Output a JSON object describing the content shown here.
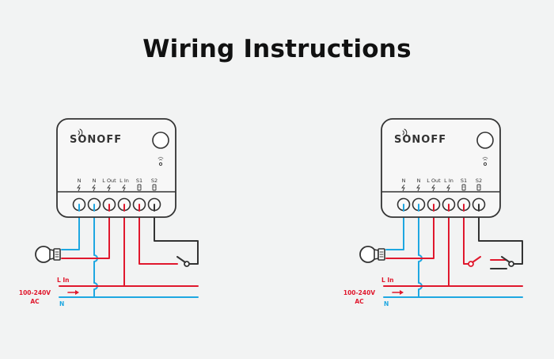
{
  "title": "Wiring Instructions",
  "colors": {
    "live": "#e0182d",
    "neutral": "#1ea7e1",
    "switch_wire": "#333333",
    "outline": "#333333",
    "background": "#f2f3f3"
  },
  "diagrams": [
    {
      "id": "single-switch",
      "brand": "SONOFF",
      "terminals": [
        {
          "label": "N",
          "icon": "lightning-icon",
          "wire": "neutral"
        },
        {
          "label": "N",
          "icon": "lightning-icon",
          "wire": "neutral"
        },
        {
          "label": "L Out",
          "icon": "lightning-icon",
          "wire": "live"
        },
        {
          "label": "L In",
          "icon": "lightning-icon",
          "wire": "live"
        },
        {
          "label": "S1",
          "icon": "switch-terminal-icon",
          "wire": "live"
        },
        {
          "label": "S2",
          "icon": "switch-terminal-icon",
          "wire": "switch"
        }
      ],
      "switch_type": "single",
      "supply": {
        "live_label": "L In",
        "neutral_label": "N",
        "voltage_label": "100-240V",
        "ac_label": "AC"
      }
    },
    {
      "id": "two-way-switch",
      "brand": "SONOFF",
      "terminals": [
        {
          "label": "N",
          "icon": "lightning-icon",
          "wire": "neutral"
        },
        {
          "label": "N",
          "icon": "lightning-icon",
          "wire": "neutral"
        },
        {
          "label": "L Out",
          "icon": "lightning-icon",
          "wire": "live"
        },
        {
          "label": "L In",
          "icon": "lightning-icon",
          "wire": "live"
        },
        {
          "label": "S1",
          "icon": "switch-terminal-icon",
          "wire": "live"
        },
        {
          "label": "S2",
          "icon": "switch-terminal-icon",
          "wire": "switch"
        }
      ],
      "switch_type": "two-way",
      "supply": {
        "live_label": "L In",
        "neutral_label": "N",
        "voltage_label": "100-240V",
        "ac_label": "AC"
      }
    }
  ]
}
